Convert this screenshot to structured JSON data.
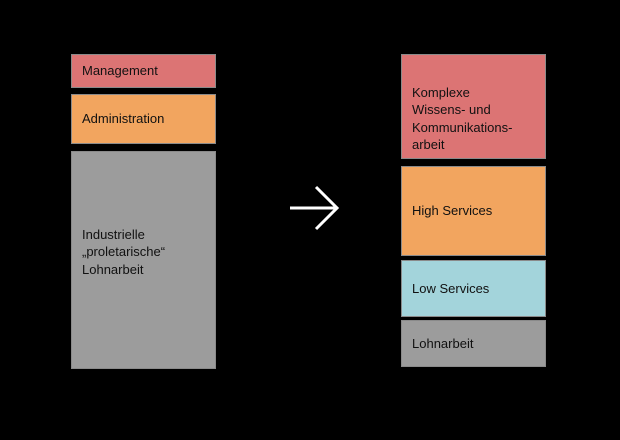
{
  "diagram": {
    "background": "#000000",
    "arrow": {
      "symbol": "→",
      "color": "#ffffff"
    },
    "left_column": {
      "boxes": [
        {
          "label": "Management",
          "fill": "#DC7474"
        },
        {
          "label": "Administration",
          "fill": "#F2A55F"
        },
        {
          "label": "Industrielle\n„proletarische“\nLohnarbeit",
          "fill": "#9C9C9C"
        }
      ]
    },
    "right_column": {
      "boxes": [
        {
          "label": "Komplexe\nWissens- und\nKommunikations-\narbeit",
          "fill": "#DC7474"
        },
        {
          "label": "High Services",
          "fill": "#F2A55F"
        },
        {
          "label": "Low Services",
          "fill": "#A3D4DB"
        },
        {
          "label": "Lohnarbeit",
          "fill": "#9C9C9C"
        }
      ]
    }
  }
}
